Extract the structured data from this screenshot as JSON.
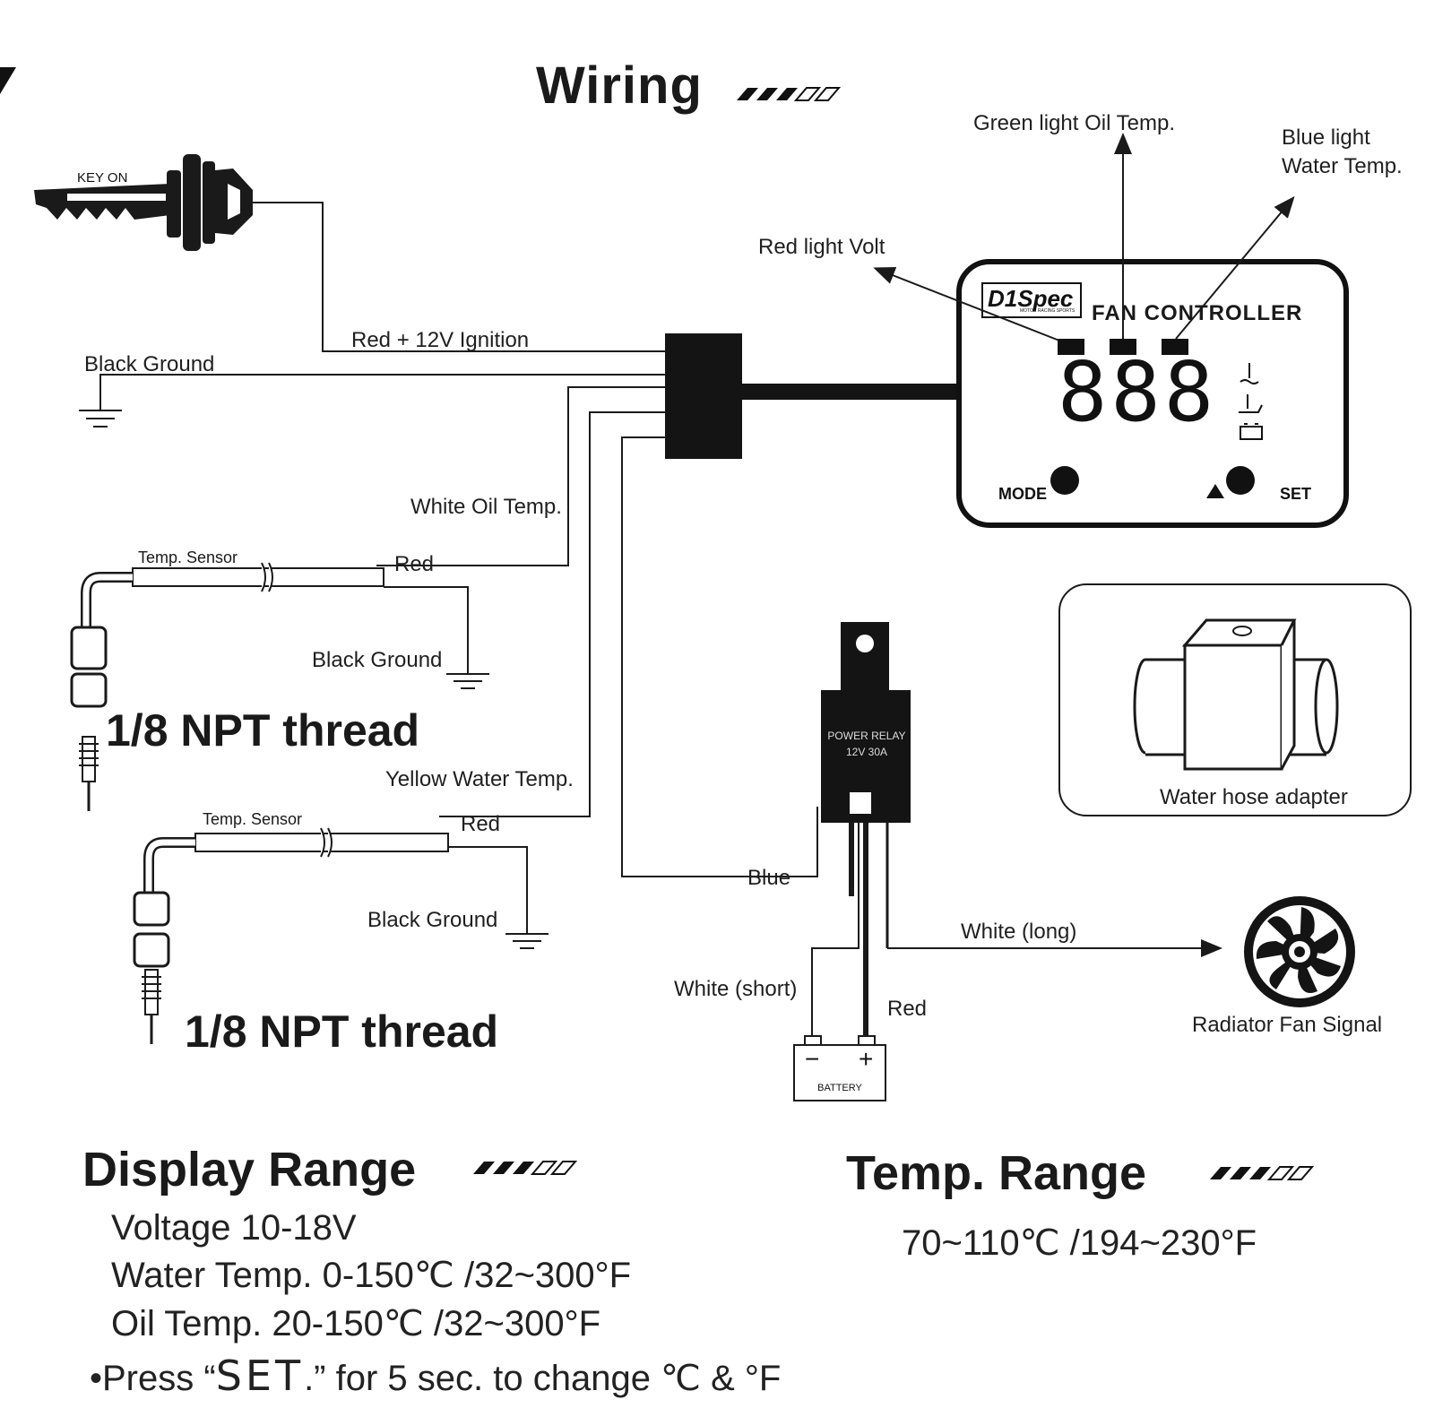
{
  "title": "Wiring",
  "key": {
    "label": "KEY ON"
  },
  "wires": {
    "ignition": "Red + 12V Ignition",
    "ground": "Black Ground",
    "oil_temp": "White Oil Temp.",
    "water_temp": "Yellow Water Temp.",
    "blue": "Blue",
    "white_long": "White (long)",
    "white_short": "White (short)",
    "red": "Red"
  },
  "lights": {
    "volt": "Red light Volt",
    "oil": "Green light Oil Temp.",
    "water_line1": "Blue light",
    "water_line2": "Water Temp."
  },
  "controller": {
    "brand": "D1",
    "brand2": "Spec",
    "tagline": "MOTOR RACING SPORTS",
    "name": "FAN CONTROLLER",
    "display": "888",
    "mode_label": "MODE",
    "set_label": "SET"
  },
  "sensor1": {
    "label": "Temp. Sensor",
    "red": "Red",
    "ground": "Black Ground",
    "thread": "1/8 NPT thread"
  },
  "sensor2": {
    "label": "Temp. Sensor",
    "red": "Red",
    "ground": "Black Ground",
    "thread": "1/8 NPT thread"
  },
  "relay": {
    "line1": "POWER RELAY",
    "line2": "12V 30A"
  },
  "battery": {
    "minus": "−",
    "plus": "+",
    "label": "BATTERY"
  },
  "adapter": {
    "label": "Water hose adapter"
  },
  "fan": {
    "label": "Radiator Fan Signal"
  },
  "display_range": {
    "heading": "Display Range",
    "voltage": "Voltage 10-18V",
    "water": "Water Temp. 0-150℃ /32~300°F",
    "oil": "Oil Temp. 20-150℃ /32~300°F",
    "press_pre": "•Press “",
    "press_set": "SET",
    "press_post": ".” for 5 sec. to change ℃ & °F"
  },
  "temp_range": {
    "heading": "Temp. Range",
    "value": "70~110℃ /194~230°F"
  }
}
